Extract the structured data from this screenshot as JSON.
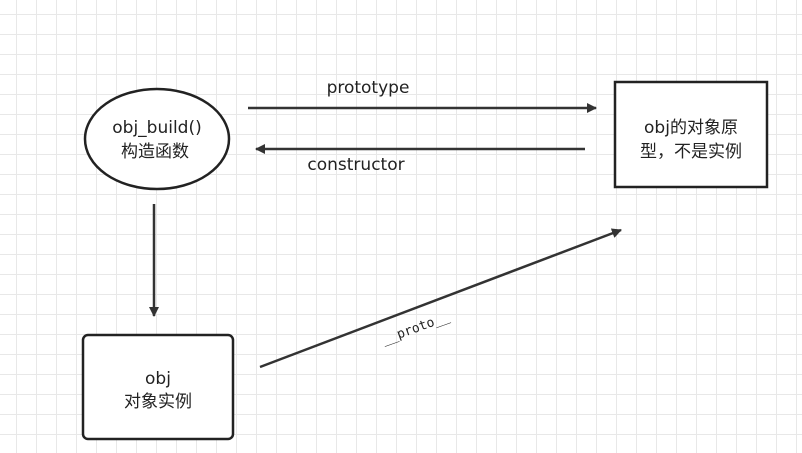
{
  "nodes": {
    "constructor_fn": {
      "line1": "obj_build()",
      "line2": "构造函数"
    },
    "prototype_obj": {
      "line1": "obj的对象原",
      "line2": "型，不是实例"
    },
    "instance": {
      "line1": "obj",
      "line2": "对象实例"
    }
  },
  "edges": {
    "prototype": "prototype",
    "constructor": "constructor",
    "proto": "__proto__"
  }
}
